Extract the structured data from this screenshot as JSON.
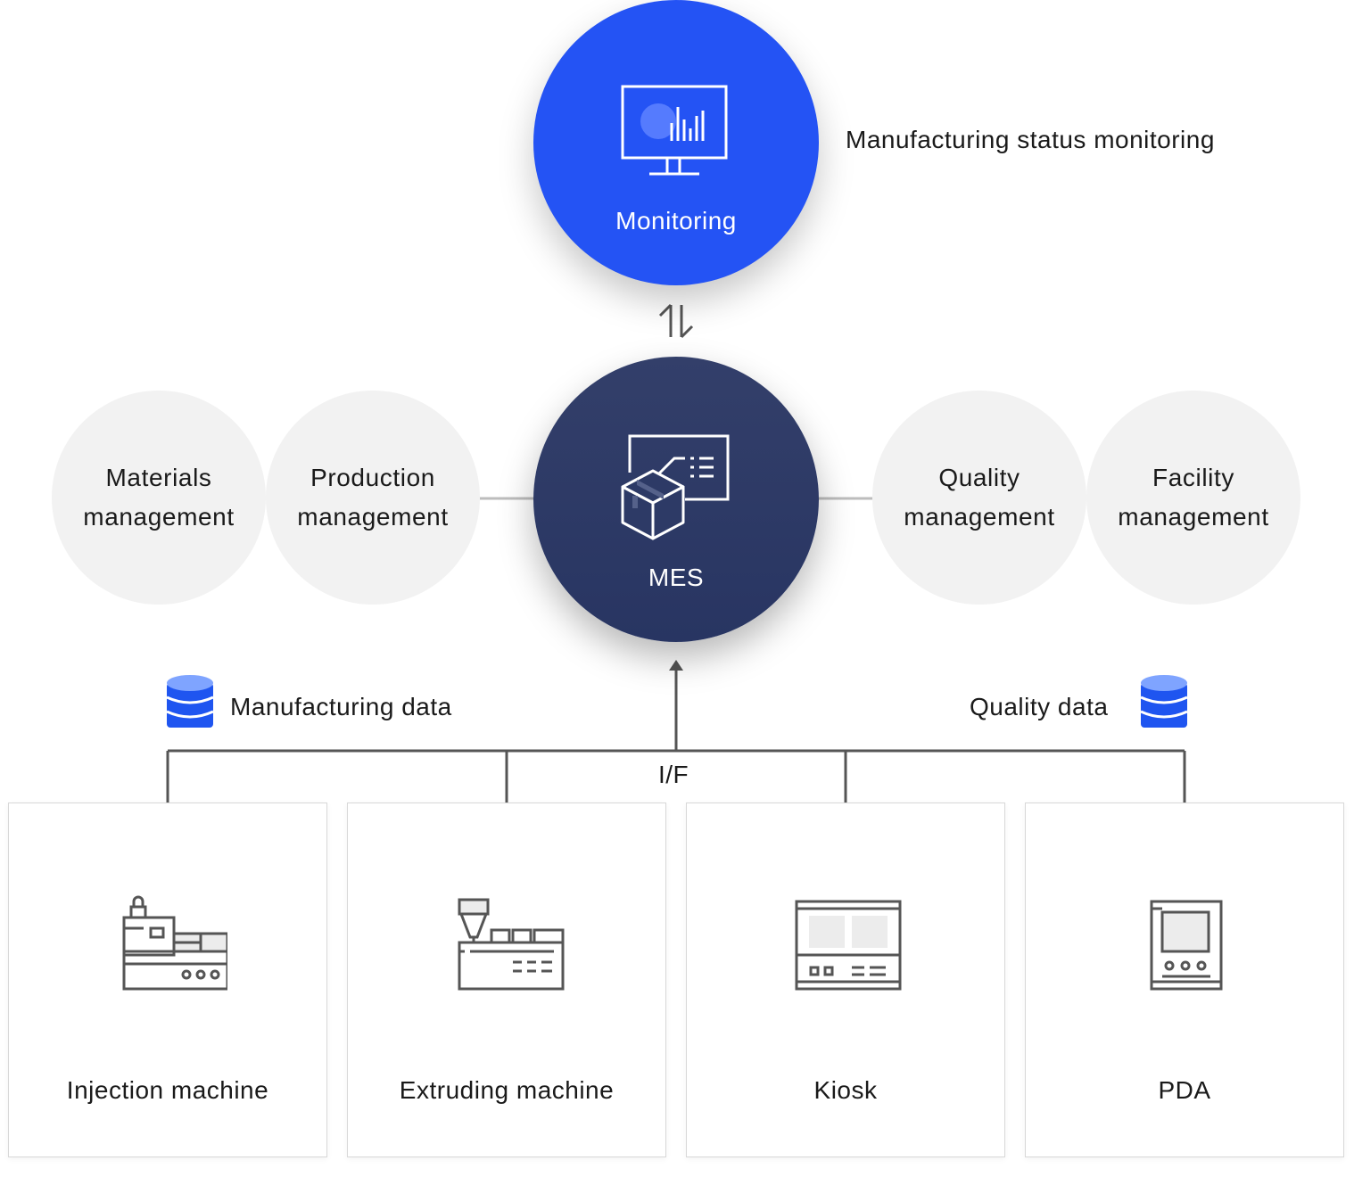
{
  "monitoring": {
    "label": "Monitoring",
    "description": "Manufacturing status monitoring"
  },
  "mes": {
    "label": "MES"
  },
  "modules_left": [
    {
      "line1": "Materials",
      "line2": "management"
    },
    {
      "line1": "Production",
      "line2": "management"
    }
  ],
  "modules_right": [
    {
      "line1": "Quality",
      "line2": "management"
    },
    {
      "line1": "Facility",
      "line2": "management"
    }
  ],
  "data_sources": {
    "manufacturing": "Manufacturing data",
    "quality": "Quality data"
  },
  "interface_label": "I/F",
  "devices": [
    {
      "label": "Injection machine",
      "icon": "injection-machine-icon"
    },
    {
      "label": "Extruding machine",
      "icon": "extruding-machine-icon"
    },
    {
      "label": "Kiosk",
      "icon": "kiosk-icon"
    },
    {
      "label": "PDA",
      "icon": "pda-icon"
    }
  ],
  "colors": {
    "monitoring_blue": "#2453f4",
    "mes_navy": "#2d3a66",
    "module_gray": "#f2f2f2",
    "database_blue": "#1f55f0",
    "line_gray": "#555555"
  }
}
